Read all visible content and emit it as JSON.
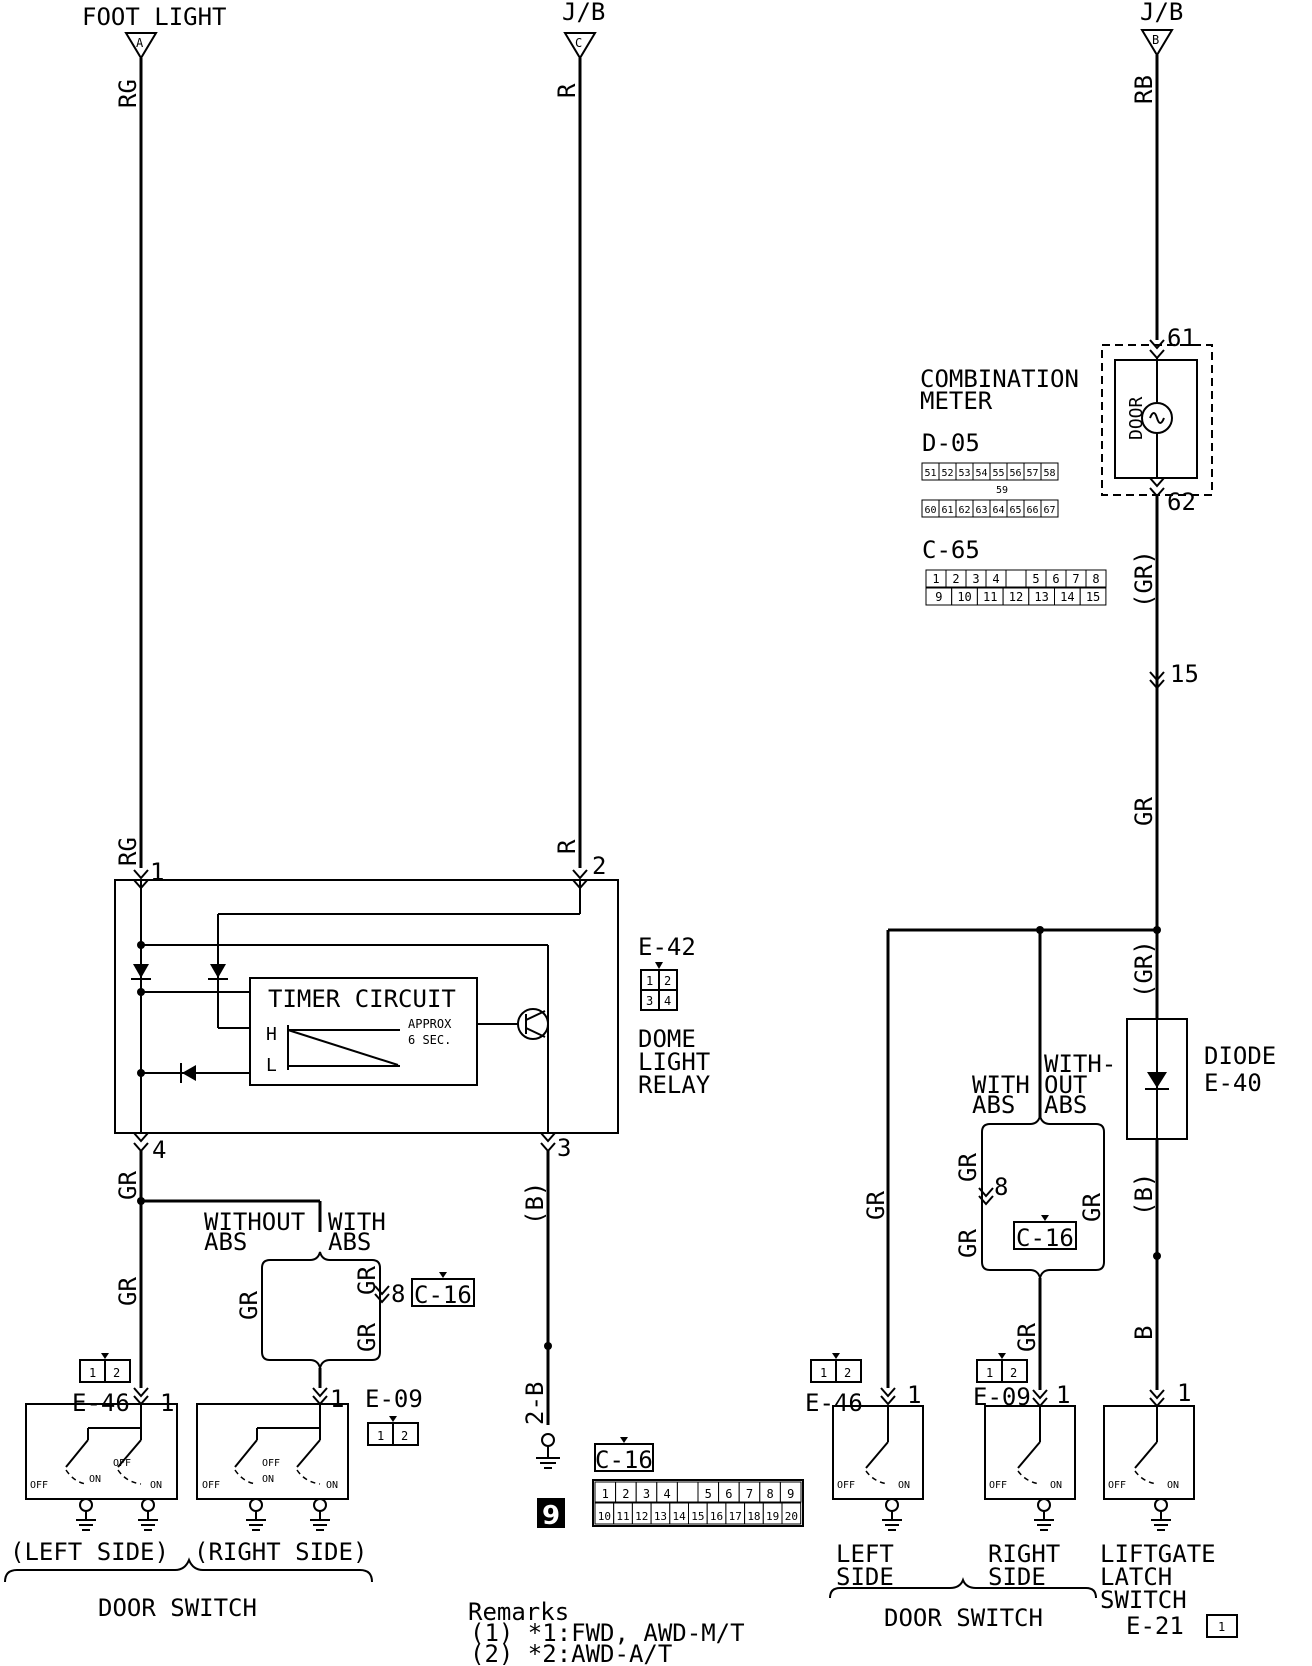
{
  "sources": {
    "foot_light": {
      "label": "FOOT LIGHT",
      "terminal": "A"
    },
    "jb_c": {
      "label": "J/B",
      "terminal": "C"
    },
    "jb_b": {
      "label": "J/B",
      "terminal": "B"
    }
  },
  "wire_colors": {
    "rg": "RG",
    "r": "R",
    "rb": "RB",
    "gr": "GR",
    "gr_paren": "(GR)",
    "b_paren": "(B)",
    "b": "B",
    "two_b": "2-B"
  },
  "pins": {
    "p1": "1",
    "p2": "2",
    "p3": "3",
    "p4": "4",
    "p8": "8",
    "p15": "15",
    "p61": "61",
    "p62": "62"
  },
  "relay": {
    "timer_label": "TIMER CIRCUIT",
    "h": "H",
    "l": "L",
    "approx_line1": "APPROX",
    "approx_line2": "6 SEC.",
    "connector": "E-42",
    "name_line1": "DOME",
    "name_line2": "LIGHT",
    "name_line3": "RELAY",
    "pinout": [
      "1",
      "2",
      "3",
      "4"
    ]
  },
  "combination_meter": {
    "name_line1": "COMBINATION",
    "name_line2": "METER",
    "lamp_label": "DOOR",
    "d05_label": "D-05",
    "d05_top": [
      "51",
      "52",
      "53",
      "54",
      "55",
      "56",
      "57",
      "58"
    ],
    "d05_mid": "59",
    "d05_bottom": [
      "60",
      "61",
      "62",
      "63",
      "64",
      "65",
      "66",
      "67"
    ],
    "c65_label": "C-65",
    "c65_top": [
      "1",
      "2",
      "3",
      "4",
      "",
      "5",
      "6",
      "7",
      "8"
    ],
    "c65_bottom": [
      "9",
      "10",
      "11",
      "12",
      "13",
      "14",
      "15"
    ]
  },
  "diode": {
    "label": "DIODE",
    "connector": "E-40"
  },
  "options": {
    "without": "WITHOUT",
    "with": "WITH",
    "with_out": "WITH-",
    "out": "OUT",
    "abs": "ABS"
  },
  "connectors": {
    "e46": "E-46",
    "e09": "E-09",
    "c16": "C-16",
    "e21": "E-21",
    "pins_12": [
      "1",
      "2"
    ],
    "pin_1": "1",
    "c16_top": [
      "1",
      "2",
      "3",
      "4",
      "",
      "5",
      "6",
      "7",
      "8",
      "9"
    ],
    "c16_bottom": [
      "10",
      "11",
      "12",
      "13",
      "14",
      "15",
      "16",
      "17",
      "18",
      "19",
      "20"
    ]
  },
  "switch_states": {
    "off": "OFF",
    "on": "ON"
  },
  "ground": {
    "number": "9"
  },
  "captions": {
    "left_side_paren": "(LEFT SIDE)",
    "right_side_paren": "(RIGHT SIDE)",
    "door_switch": "DOOR SWITCH",
    "left": "LEFT",
    "right": "RIGHT",
    "side": "SIDE",
    "liftgate_line1": "LIFTGATE",
    "liftgate_line2": "LATCH",
    "liftgate_line3": "SWITCH"
  },
  "remarks": {
    "title": "Remarks",
    "line1": "(1) *1:FWD, AWD-M/T",
    "line2": "(2) *2:AWD-A/T"
  }
}
